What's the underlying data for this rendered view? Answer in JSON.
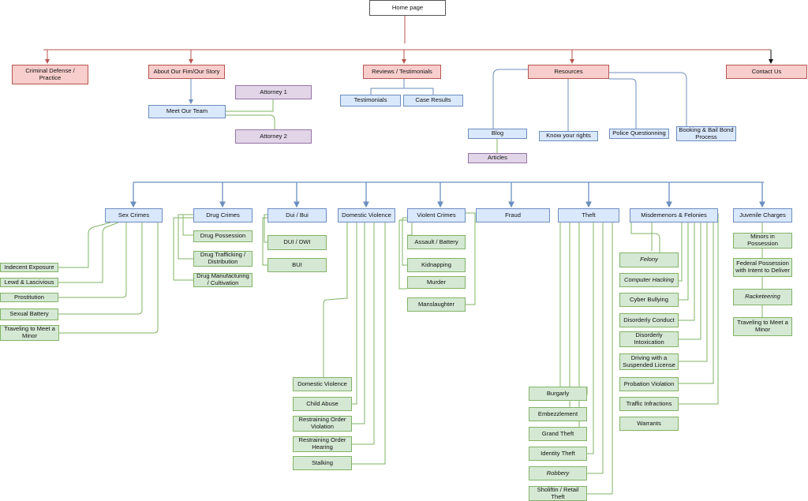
{
  "colors": {
    "page": "#f8cecc",
    "section": "#dae8fc",
    "person": "#e1d5e7",
    "leaf": "#d5e8d4",
    "line_red": "#b85450",
    "line_blue": "#6c8ebf",
    "line_green": "#82b366"
  },
  "nodes": {
    "home": "Home page",
    "criminal_defense": "Criminal Defense / Practice",
    "about": "About Our Fim/Our Story",
    "reviews": "Reviews / Testimonials",
    "resources": "Resources",
    "contact": "Contact Us",
    "meet_team": "Meet Our Team",
    "attorney1": "Attorney 1",
    "attorney2": "Attorney 2",
    "testimonials": "Testimonials",
    "case_results": "Case Results",
    "blog": "Blog",
    "articles": "Articles",
    "know_rights": "Know your rights",
    "police_q": "Police Questionning",
    "booking": "Booking & Bail Bond Process"
  },
  "practice_areas": {
    "sex_crimes": "Sex Crimes",
    "drug_crimes": "Drug Crimes",
    "dui_bui": "Dui / Bui",
    "domestic": "Domestic Violence",
    "violent": "Violent Crimes",
    "fraud": "Fraud",
    "theft": "Theft",
    "misdemeanors": "Misdemenors & Felonies",
    "juvenile": "Juvenile Charges"
  },
  "sex_items": [
    "Indecent Exposure",
    "Lewd & Lascivious",
    "Prostitution",
    "Sexual Battery",
    "Traveling to Meet a Minor"
  ],
  "drug_items": [
    "Drug Possession",
    "Drug Trafficking / Distribution",
    "Drug Manufacturing / Cultivation"
  ],
  "dui_items": [
    "DUI / DWI",
    "BUI"
  ],
  "domestic_items": [
    "Domestic Violence",
    "Child Abuse",
    "Restraining Order Violation",
    "Restraining Order Hearing",
    "Stalking"
  ],
  "violent_items": [
    "Assault / Battery",
    "Kidnapping",
    "Murder",
    "Manslaughter"
  ],
  "theft_items": [
    "Burgarly",
    "Embezzlement",
    "Grand Theft",
    "Identity Theft",
    "Robbery",
    "Sholiftin / Retail Theft"
  ],
  "misd_items": [
    "Felony",
    "Computer Hacking",
    "Cyber Bullying",
    "Disorderly Conduct",
    "Disorderly Intoxication",
    "Driving with a Suspended License",
    "Probation Violation",
    "Traffic Infractions",
    "Warrants"
  ],
  "juvenile_items": [
    "Minors in Possession",
    "Federal Possession with Intent to Deliver",
    "Racketeering",
    "Traveling to Meet a Minor"
  ]
}
